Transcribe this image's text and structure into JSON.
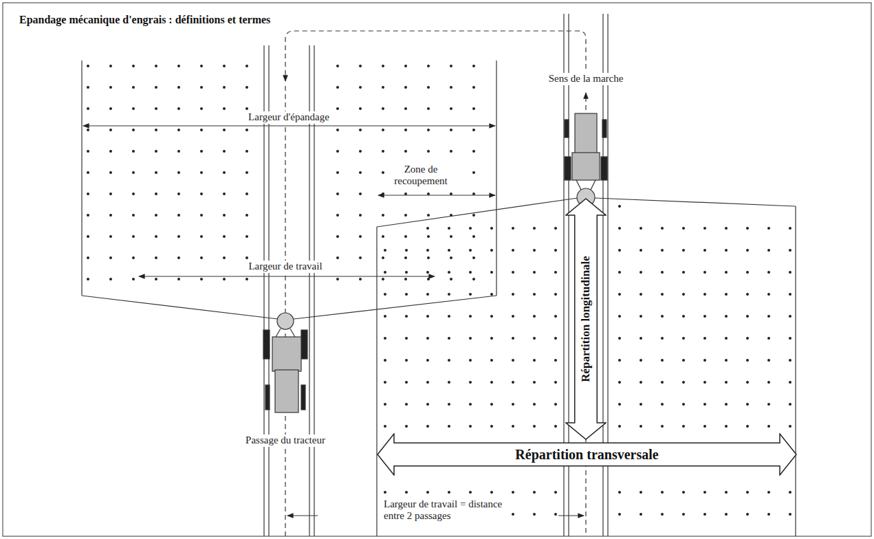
{
  "diagram": {
    "title": "Epandage mécanique d'engrais : définitions et termes",
    "nodes": [
      {
        "text": [
          "Répartition longitudinale"
        ]
      },
      {
        "text": [
          "Répartition transversale"
        ]
      }
    ],
    "labels": [
      "Sens de la marche",
      "Largeur d'épandage",
      "Zone de recoupement",
      "Largeur de travail",
      "Passage du tracteur",
      "Largeur de travail = distance entre 2 passages"
    ]
  }
}
